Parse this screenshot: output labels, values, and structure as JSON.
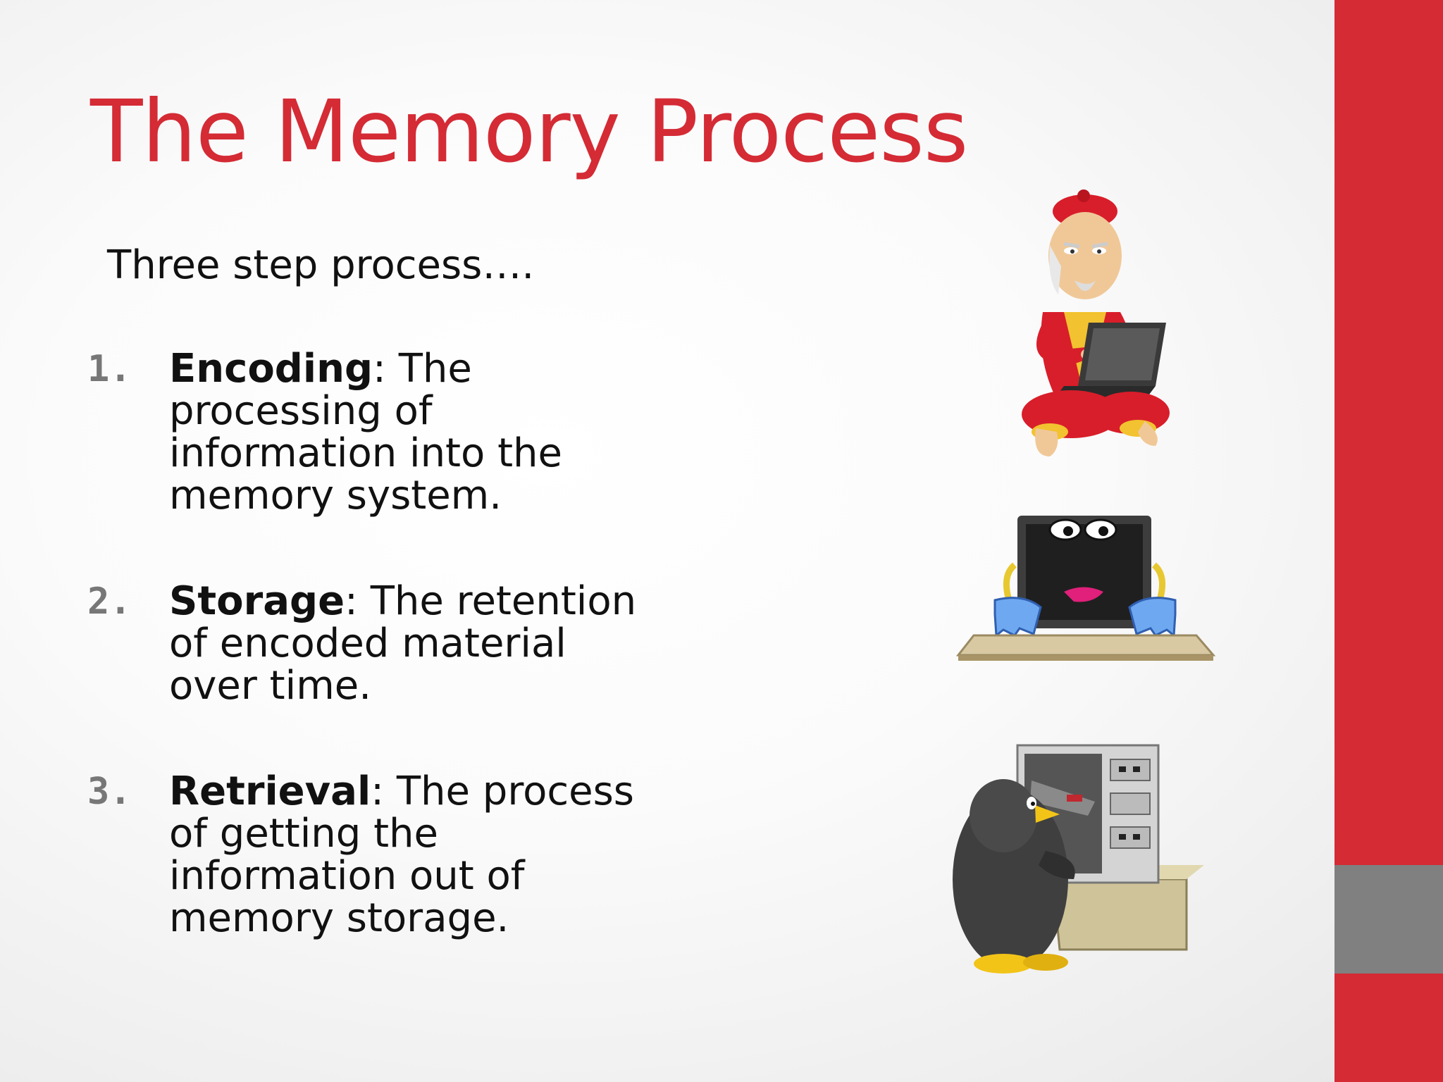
{
  "slide": {
    "title": "The Memory Process",
    "intro": "Three step process….",
    "steps": [
      {
        "number": "1.",
        "term": "Encoding",
        "definition": ": The processing of information into the memory system."
      },
      {
        "number": "2.",
        "term": "Storage",
        "definition": ": The retention of encoded material over time."
      },
      {
        "number": "3.",
        "term": "Retrieval",
        "definition": ": The process of getting the information out of memory storage."
      }
    ]
  },
  "illustrations": [
    {
      "icon": "man-with-laptop-icon"
    },
    {
      "icon": "computer-character-icon"
    },
    {
      "icon": "penguin-server-icon"
    }
  ],
  "colors": {
    "title": "#d42b35",
    "accent_bar": "#d42b35",
    "accent_bar_mid": "#808080",
    "text": "#111111",
    "step_number": "#777777"
  }
}
